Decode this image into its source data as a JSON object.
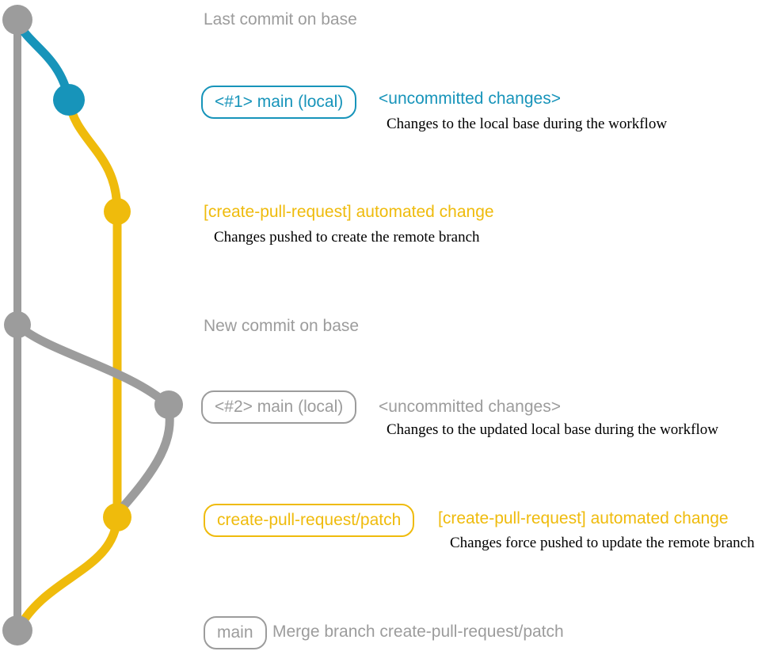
{
  "colors": {
    "gray": "#9C9C9C",
    "blue": "#1794BA",
    "yellow": "#EFBB0C",
    "ink": "#000000",
    "bg": "#FFFFFF"
  },
  "annotations": {
    "last_commit": "Last commit on base",
    "row1": {
      "badge": "<#1> main (local)",
      "heading": "<uncommitted changes>",
      "note": "Changes to the local base during the workflow"
    },
    "row2": {
      "heading": "[create-pull-request] automated change",
      "note": "Changes pushed to create the remote branch"
    },
    "new_commit": "New commit on base",
    "row3": {
      "badge": "<#2> main (local)",
      "heading": "<uncommitted changes>",
      "note": "Changes to the updated local base during the workflow"
    },
    "row4": {
      "badge": "create-pull-request/patch",
      "heading": "[create-pull-request] automated change",
      "note": "Changes force pushed to update the remote branch"
    },
    "row5": {
      "badge": "main",
      "text": "Merge branch create-pull-request/patch"
    }
  }
}
